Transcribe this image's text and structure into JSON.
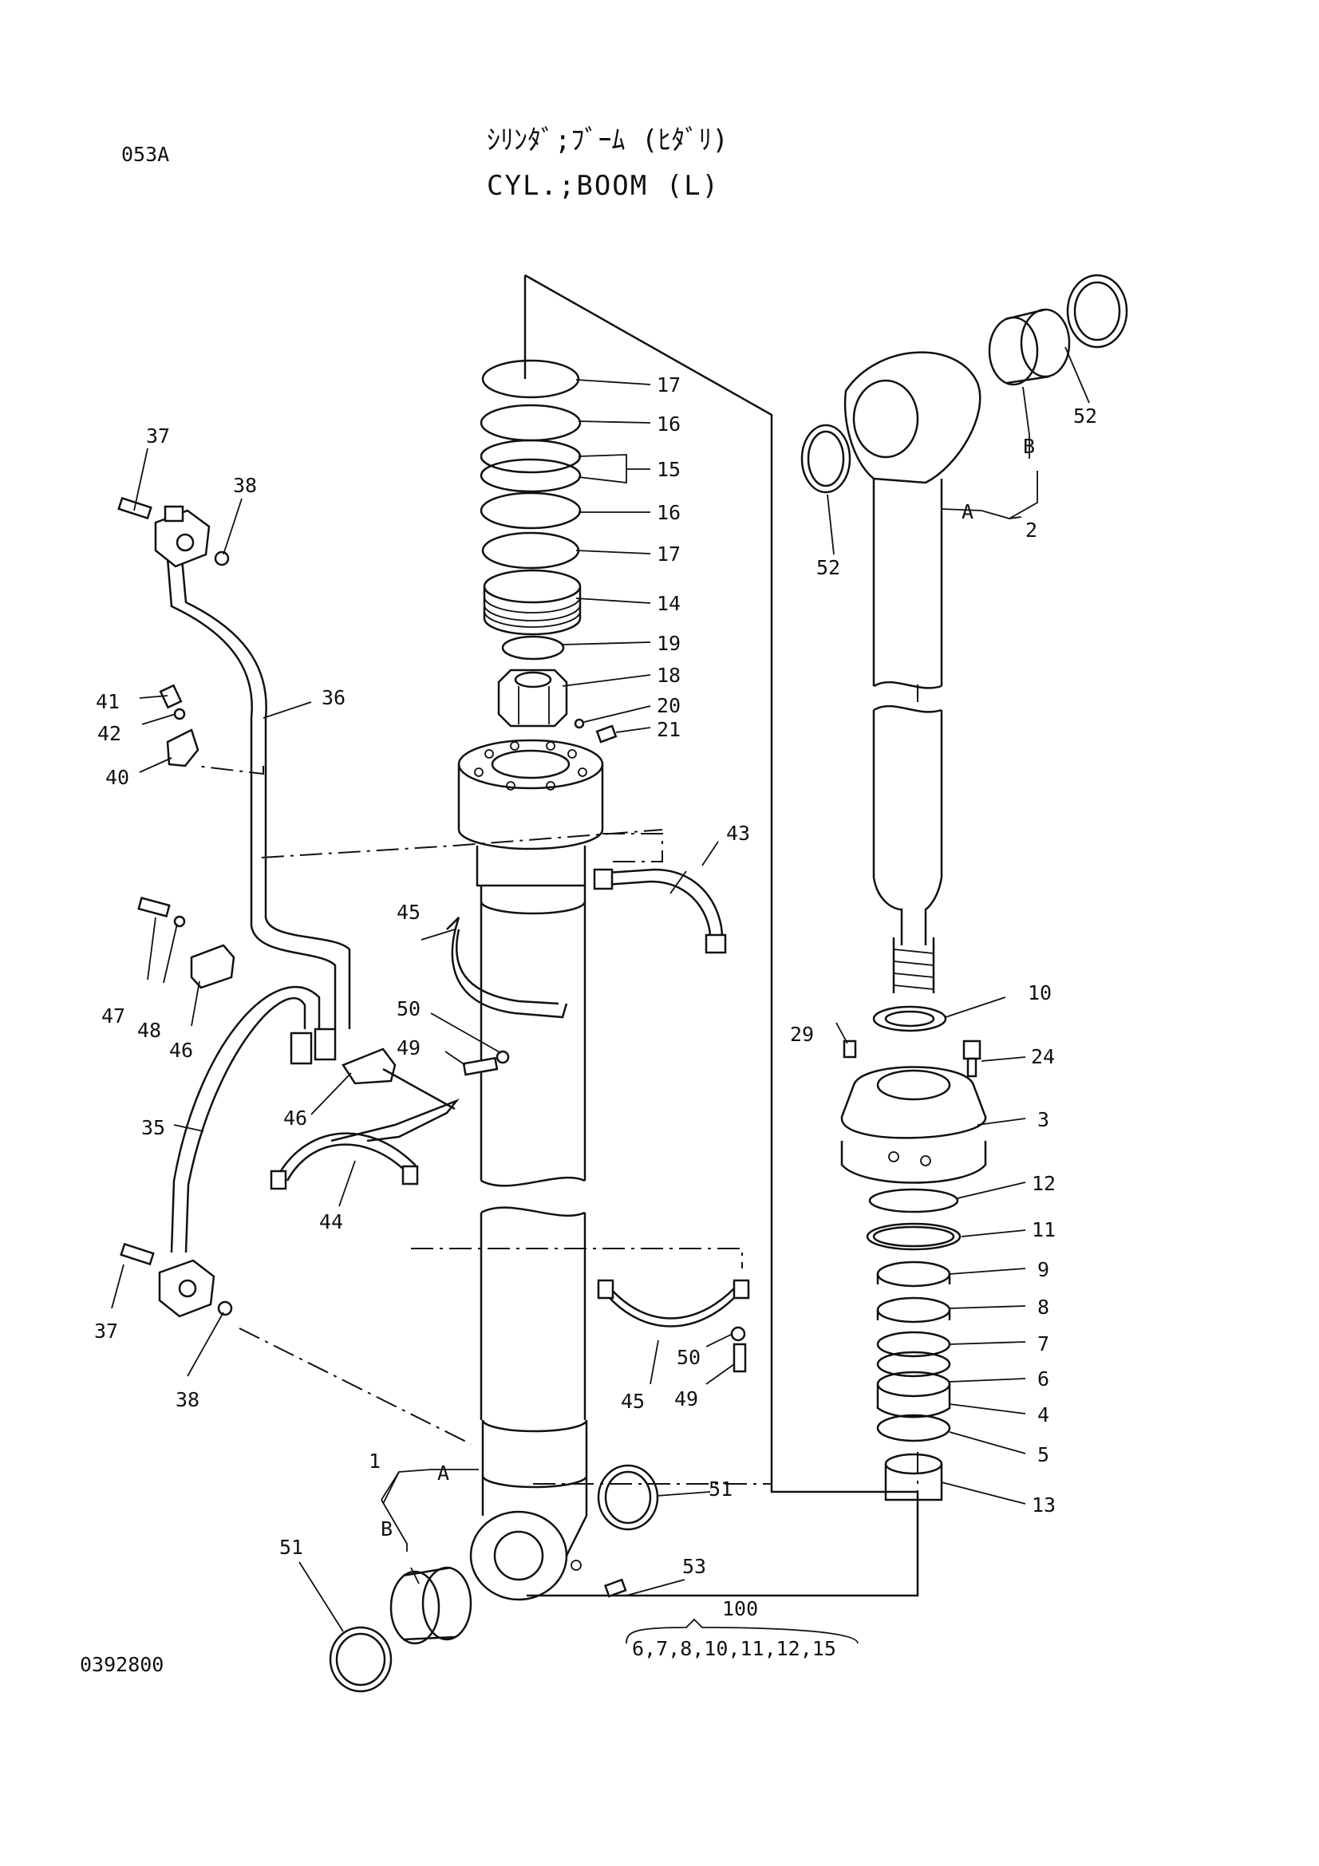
{
  "header": {
    "page_code": "053A",
    "title_jp": "ｼﾘﾝﾀﾞ;ﾌﾞｰﾑ (ﾋﾀﾞﾘ)",
    "title_en": "CYL.;BOOM (L)"
  },
  "footer": {
    "drawing_number": "0392800"
  },
  "callouts": {
    "p17a": "17",
    "p16a": "16",
    "p15": "15",
    "p16b": "16",
    "p17b": "17",
    "p14": "14",
    "p19": "19",
    "p18": "18",
    "p20": "20",
    "p21": "21",
    "p52a": "52",
    "p52b": "52",
    "pBtop": "B",
    "pAtop": "A",
    "p2": "2",
    "p37a": "37",
    "p38a": "38",
    "p36": "36",
    "p41": "41",
    "p42": "42",
    "p40": "40",
    "p43": "43",
    "p45a": "45",
    "p47": "47",
    "p48": "48",
    "p46a": "46",
    "p50a": "50",
    "p49a": "49",
    "p46b": "46",
    "p35": "35",
    "p44": "44",
    "p10": "10",
    "p29": "29",
    "p24": "24",
    "p3": "3",
    "p12": "12",
    "p11": "11",
    "p9": "9",
    "p8": "8",
    "p7": "7",
    "p6": "6",
    "p4": "4",
    "p5": "5",
    "p13": "13",
    "p37b": "37",
    "p38b": "38",
    "p45b": "45",
    "p50b": "50",
    "p49b": "49",
    "p1": "1",
    "pAbot": "A",
    "pBbot": "B",
    "p51a": "51",
    "p51b": "51",
    "p53": "53",
    "p100": "100",
    "kit_list": "6,7,8,10,11,12,15"
  }
}
